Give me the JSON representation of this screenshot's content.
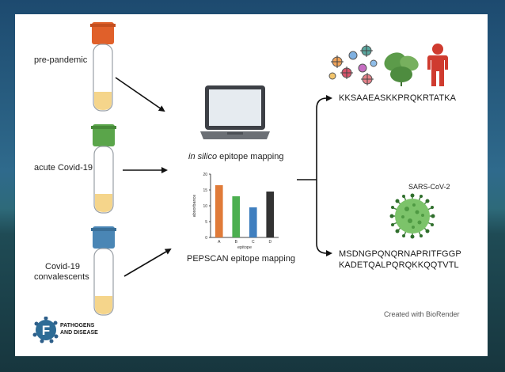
{
  "samples": [
    {
      "label_line1": "pre-pandemic",
      "label_line2": "",
      "cap_color": "#e0602a"
    },
    {
      "label_line1": "acute Covid-19",
      "label_line2": "",
      "cap_color": "#5aa54a"
    },
    {
      "label_line1": "Covid-19",
      "label_line2": "convalescents",
      "cap_color": "#4a86b5"
    }
  ],
  "methods": {
    "insilico_italic": "in silico",
    "insilico_rest": " epitope mapping",
    "pepscan": "PEPSCAN epitope mapping"
  },
  "chart_data": {
    "type": "bar",
    "categories": [
      "A",
      "B",
      "C",
      "D"
    ],
    "values": [
      16.5,
      13,
      9.5,
      14.5
    ],
    "colors": [
      "#e07b39",
      "#4caf50",
      "#3f7fbf",
      "#333333"
    ],
    "xlabel": "epitope",
    "ylabel": "absorbance",
    "yticks": [
      "0",
      "5",
      "10",
      "15",
      "20"
    ],
    "ylim": [
      0,
      20
    ]
  },
  "results": {
    "sequence_1": "KKSAAEASKKPRQKRTATKA",
    "virus_label": "SARS-CoV-2",
    "sequence_2_line1": "MSDNGPQNQRNAPRITFGGP",
    "sequence_2_line2": "KADETQALPQRQKKQQTVTL"
  },
  "credit": "Created with BioRender",
  "logo": {
    "letter": "F",
    "line1": "PATHOGENS",
    "line2": "AND DISEASE"
  }
}
